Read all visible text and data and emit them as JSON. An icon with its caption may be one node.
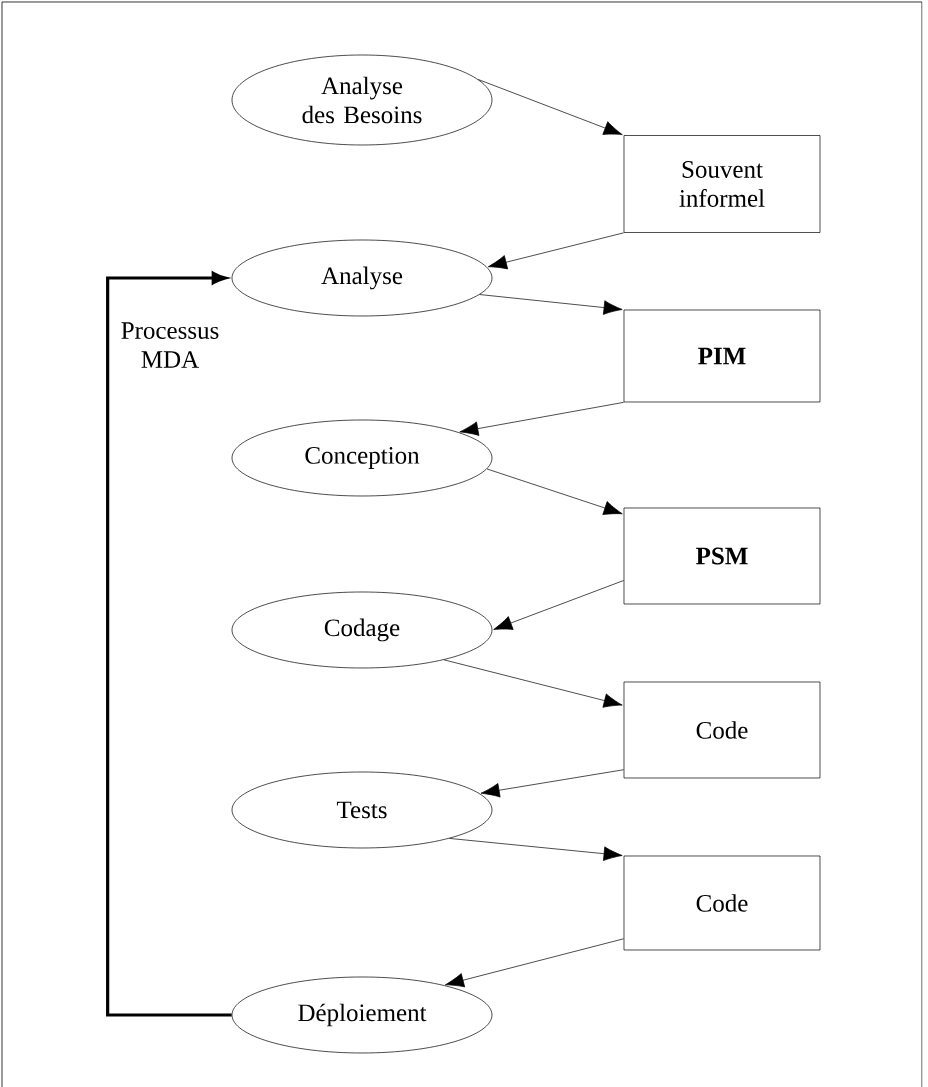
{
  "diagram": {
    "nodes": [
      {
        "text": [
          "Analyse des Besoins"
        ]
      },
      {
        "text": [
          "Souvent informel"
        ]
      },
      {
        "text": [
          "Analyse"
        ]
      },
      {
        "text": [
          "PIM"
        ]
      },
      {
        "text": [
          "Conception"
        ]
      },
      {
        "text": [
          "PSM"
        ]
      },
      {
        "text": [
          "Codage"
        ]
      },
      {
        "text": [
          "Code"
        ]
      },
      {
        "text": [
          "Tests"
        ]
      },
      {
        "text": [
          "Code"
        ]
      },
      {
        "text": [
          "Déploiement"
        ]
      }
    ],
    "edges": [
      {
        "from": 0,
        "to": 1,
        "arrow": "to"
      },
      {
        "from": 1,
        "to": 2,
        "arrow": "to"
      },
      {
        "from": 2,
        "to": 3,
        "arrow": "to"
      },
      {
        "from": 3,
        "to": 4,
        "arrow": "to"
      },
      {
        "from": 4,
        "to": 5,
        "arrow": "to"
      },
      {
        "from": 5,
        "to": 6,
        "arrow": "to"
      },
      {
        "from": 6,
        "to": 7,
        "arrow": "to"
      },
      {
        "from": 7,
        "to": 8,
        "arrow": "to"
      },
      {
        "from": 8,
        "to": 9,
        "arrow": "to"
      },
      {
        "from": 9,
        "to": 10,
        "arrow": "to"
      },
      {
        "from": 10,
        "to": 2,
        "arrow": "to",
        "style": "thick",
        "label": "Processus MDA"
      }
    ]
  }
}
